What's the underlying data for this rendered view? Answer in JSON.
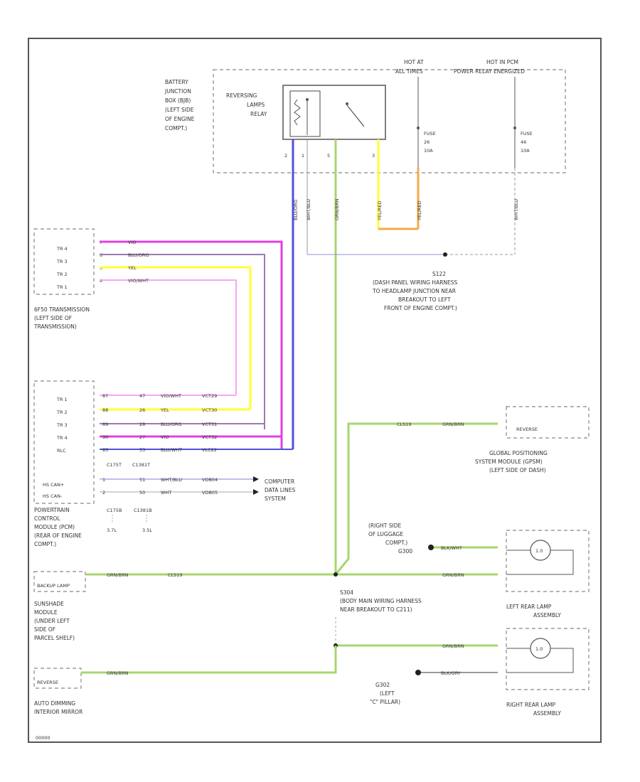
{
  "diagram": {
    "footer_code": "00000",
    "battery_jb": {
      "label_lines": [
        "BATTERY",
        "JUNCTION",
        "BOX (BJB)",
        "(LEFT SIDE",
        "OF ENGINE",
        "COMPT.)"
      ],
      "relay_label": [
        "REVERSING",
        "LAMPS",
        "RELAY"
      ],
      "pins": [
        "2",
        "1",
        "5",
        "3"
      ],
      "hot_at_label": [
        "HOT AT",
        "ALL TIMES"
      ],
      "hot_in_label": "HOT IN PCM POWER RELAY ENERGIZED",
      "fuse1": [
        "FUSE",
        "26",
        "10A"
      ],
      "fuse2": [
        "FUSE",
        "46",
        "10A"
      ]
    },
    "wires_top": {
      "w1": "BLU/ORG",
      "w2": "WHT/BLU",
      "w3": "GRN/BRN",
      "w4": "YEL/RED",
      "w5": "YEL/RED",
      "w6": "WHT/BLU"
    },
    "splice_s122": [
      "S122",
      "(DASH PANEL WIRING HARNESS",
      "TO HEADLAMP JUNCTION NEAR",
      "BREAKOUT TO LEFT",
      "FRONT OF ENGINE COMPT.)"
    ],
    "tr_sensor": {
      "pins": [
        "TR 4",
        "TR 3",
        "TR 2",
        "TR 1"
      ],
      "wire_colors": [
        "VIO",
        "BLU/ORG",
        "YEL",
        "VIO/WHT"
      ],
      "pin_nums": [
        "7",
        "6",
        "5",
        "4"
      ],
      "label": [
        "6F50 TRANSMISSION",
        "(LEFT SIDE OF",
        "TRANSMISSION)"
      ]
    },
    "pcm": {
      "pins": [
        "TR 1",
        "TR 2",
        "TR 3",
        "TR 4",
        "RLC",
        "HS CAN+",
        "HS CAN-"
      ],
      "pin_nums": [
        "87",
        "88",
        "89",
        "90",
        "85",
        "1",
        "2"
      ],
      "cavities": [
        "47",
        "26",
        "28",
        "27",
        "53",
        "51",
        "50"
      ],
      "colors": [
        "VIO/WHT",
        "YEL",
        "BLU/ORG",
        "VIO",
        "BLU/WHT",
        "WHT/BLU",
        "WHT"
      ],
      "circuits": [
        "VCT29",
        "VCT30",
        "VCT31",
        "VCT32",
        "VLC22",
        "VDB04",
        "VDB05"
      ],
      "conn_ids": [
        "C175T",
        "C1381T"
      ],
      "conn_bottom": [
        "C175B",
        "C1381B"
      ],
      "sizes": [
        "3.7L",
        "3.5L"
      ],
      "label": [
        "POWERTRAIN",
        "CONTROL",
        "MODULE (PCM)",
        "(REAR OF ENGINE",
        "COMPT.)"
      ],
      "computer_line": [
        "COMPUTER",
        "DATA LINES",
        "SYSTEM"
      ]
    },
    "gps": {
      "pin": "REVERSE",
      "circuit": "CLS19",
      "color": "GRN/BRN",
      "label": [
        "GLOBAL POSITIONING",
        "SYSTEM MODULE (GPSM)",
        "(LEFT SIDE OF DASH)"
      ]
    },
    "ground_g300": {
      "label": [
        "(RIGHT SIDE",
        "OF LUGGAGE",
        "COMPT.)",
        "G300"
      ],
      "color": "BLK/WHT"
    },
    "sunshade": {
      "pin": "BACKUP LAMP",
      "color": "GRN/BRN",
      "circuit": "CLS19",
      "label": [
        "SUNSHADE",
        "MODULE",
        "(UNDER LEFT",
        "SIDE OF",
        "PARCEL SHELF)"
      ]
    },
    "splice_s304": [
      "S304",
      "(BODY MAIN WIRING HARNESS",
      "NEAR BREAKOUT TO C211)"
    ],
    "left_rear": {
      "color": "GRN/BRN",
      "label": [
        "LEFT REAR LAMP",
        "ASSEMBLY"
      ],
      "lamp": "1.0"
    },
    "right_rear": {
      "color": "GRN/BRN",
      "ground_color": "BLK/GRY",
      "label": [
        "RIGHT REAR LAMP",
        "ASSEMBLY"
      ],
      "lamp": "1.0",
      "ground_label": [
        "G302",
        "(LEFT",
        "\"C\" PILLAR)"
      ]
    },
    "mirror": {
      "pin": "REVERSE",
      "color": "GRN/BRN",
      "label": [
        "AUTO DIMMING",
        "INTERIOR MIRROR"
      ]
    },
    "colors": {
      "violet": "#e040e0",
      "blue": "#5050e0",
      "yellow": "#ffff33",
      "vio_white": "#f7a6f7",
      "green": "#a6d66e",
      "orange": "#f7a84a",
      "gray": "#999999"
    }
  }
}
